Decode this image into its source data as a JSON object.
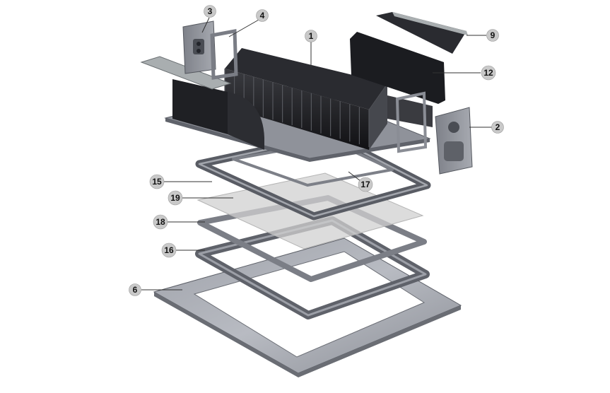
{
  "callouts": {
    "c1": "1",
    "c2": "2",
    "c3": "3",
    "c4": "4",
    "c6": "6",
    "c9": "9",
    "c12": "12",
    "c15": "15",
    "c16": "16",
    "c17": "17",
    "c18": "18",
    "c19": "19"
  },
  "colors": {
    "background": "#ffffff",
    "metal_dark": "#1c1c1e",
    "metal_mid": "#6f7178",
    "metal_light": "#b9bcc3",
    "glass": "#d6d6d6",
    "badge": "#c9c9c9"
  }
}
